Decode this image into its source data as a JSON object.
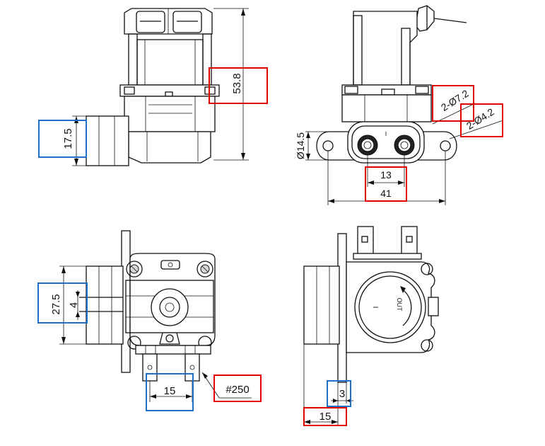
{
  "colors": {
    "callout_red": "#e00000",
    "callout_blue": "#1e6fc8",
    "line": "#111111"
  },
  "views": {
    "front": {
      "height_label": "53.8",
      "inlet_label": "17.5"
    },
    "side": {
      "hole_large_label": "2-Ø7.2",
      "hole_small_label": "2-Ø4.2",
      "boss_label": "Ø14.5",
      "port_pitch_label": "13",
      "flange_width_label": "41"
    },
    "bottom": {
      "body_label": "27.5",
      "inlet_gap_label": "4",
      "terminal_pitch_label": "15",
      "terminal_label": "#250"
    },
    "top": {
      "flange_label": "3",
      "offset_label": "15",
      "marking_1": "I",
      "marking_2": "OUT"
    }
  }
}
